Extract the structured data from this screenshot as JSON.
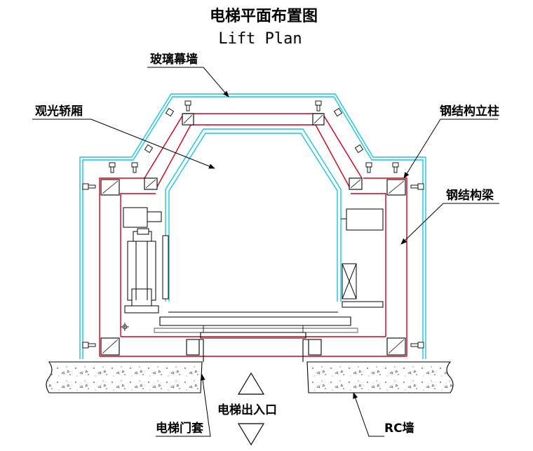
{
  "title": {
    "zh": "电梯平面布置图",
    "en": "Lift Plan"
  },
  "labels": {
    "glass_curtain_wall": "玻璃幕墙",
    "sightseeing_car": "观光轿厢",
    "steel_column": "钢结构立柱",
    "steel_beam": "钢结构梁",
    "entrance": "电梯出入口",
    "door_frame": "电梯门套",
    "rc_wall": "RC墙"
  },
  "colors": {
    "structure": "#d0001a",
    "glass": "#18c6e0",
    "lines": "#000000"
  }
}
